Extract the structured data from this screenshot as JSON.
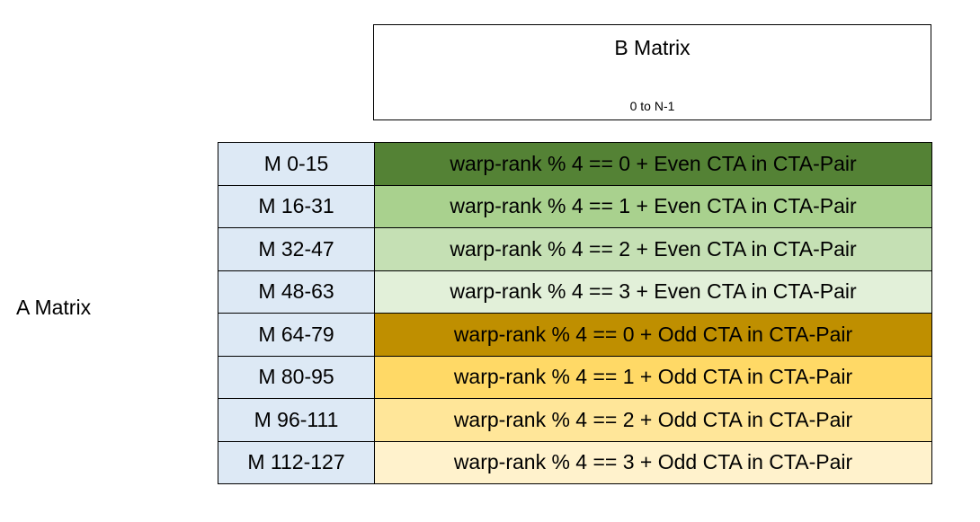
{
  "b_matrix": {
    "title": "B Matrix",
    "range": "0 to N-1"
  },
  "a_matrix": {
    "label": "A Matrix"
  },
  "colors": {
    "m_cell_bg": "#dde9f5",
    "rows": [
      "#548235",
      "#a9d18e",
      "#c5e0b4",
      "#e2f0d9",
      "#bf8f00",
      "#ffd966",
      "#ffe699",
      "#fff2cc"
    ]
  },
  "rows": [
    {
      "m": "M 0-15",
      "warp": "warp-rank % 4 == 0  + Even CTA in CTA-Pair"
    },
    {
      "m": "M 16-31",
      "warp": "warp-rank % 4 == 1  + Even CTA in CTA-Pair"
    },
    {
      "m": "M 32-47",
      "warp": "warp-rank % 4 == 2  + Even CTA in CTA-Pair"
    },
    {
      "m": "M 48-63",
      "warp": "warp-rank % 4 == 3  + Even CTA in CTA-Pair"
    },
    {
      "m": "M 64-79",
      "warp": "warp-rank % 4 == 0  + Odd CTA in CTA-Pair"
    },
    {
      "m": "M 80-95",
      "warp": "warp-rank % 4 == 1  + Odd CTA in CTA-Pair"
    },
    {
      "m": "M 96-111",
      "warp": "warp-rank % 4 == 2  + Odd CTA in CTA-Pair"
    },
    {
      "m": "M 112-127",
      "warp": "warp-rank % 4 == 3  + Odd CTA in CTA-Pair"
    }
  ]
}
